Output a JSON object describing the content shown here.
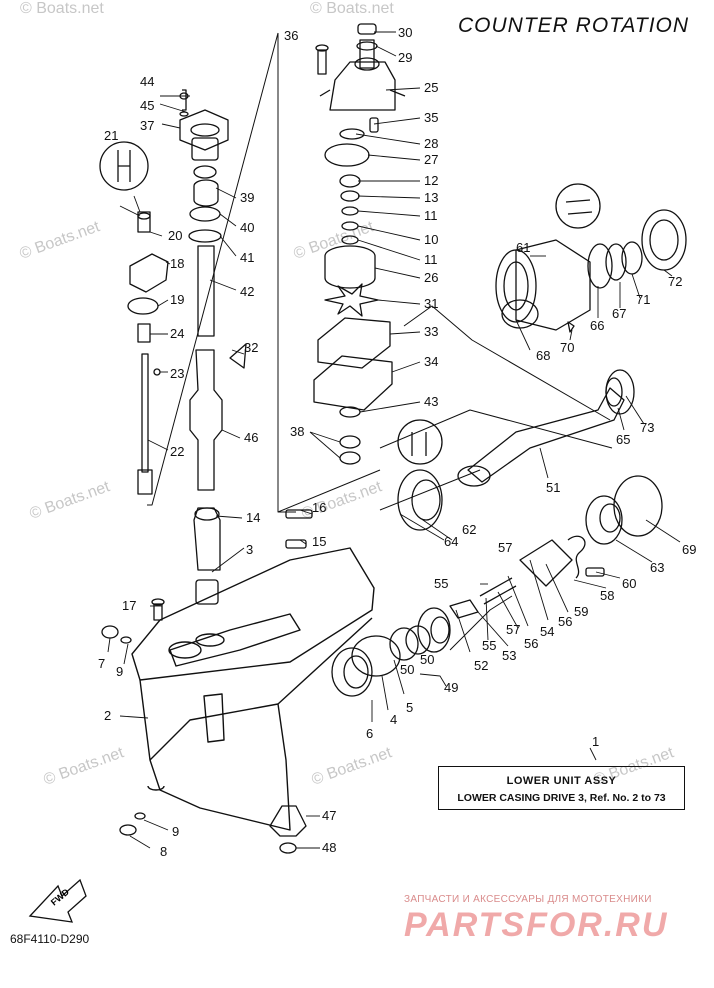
{
  "header": {
    "title": "COUNTER ROTATION"
  },
  "callout": {
    "ref": "1",
    "line1": "LOWER UNIT ASSY",
    "line2": "LOWER CASING DRIVE 3, Ref. No. 2 to 73"
  },
  "footer": {
    "code": "68F4110-D290",
    "fwd": "FWD"
  },
  "watermark": {
    "boats": "© Boats.net",
    "shop_tagline": "ЗАПЧАСТИ И АКСЕССУАРЫ ДЛЯ МОТОТЕХНИКИ",
    "shop_logo": "PARTSFOR.RU"
  },
  "parts": [
    "1",
    "2",
    "3",
    "4",
    "5",
    "6",
    "7",
    "8",
    "9",
    "10",
    "11",
    "12",
    "13",
    "14",
    "15",
    "16",
    "17",
    "18",
    "19",
    "20",
    "21",
    "22",
    "23",
    "24",
    "25",
    "26",
    "27",
    "28",
    "29",
    "30",
    "31",
    "32",
    "33",
    "34",
    "35",
    "36",
    "37",
    "38",
    "39",
    "40",
    "41",
    "42",
    "43",
    "44",
    "45",
    "46",
    "47",
    "48",
    "49",
    "50",
    "51",
    "52",
    "53",
    "54",
    "55",
    "56",
    "57",
    "58",
    "59",
    "60",
    "61",
    "62",
    "63",
    "64",
    "65",
    "66",
    "67",
    "68",
    "69",
    "70",
    "71",
    "72",
    "73"
  ],
  "colors": {
    "line": "#111111",
    "watermark": "#f0a9a9",
    "boats": "#c7c7c7"
  }
}
